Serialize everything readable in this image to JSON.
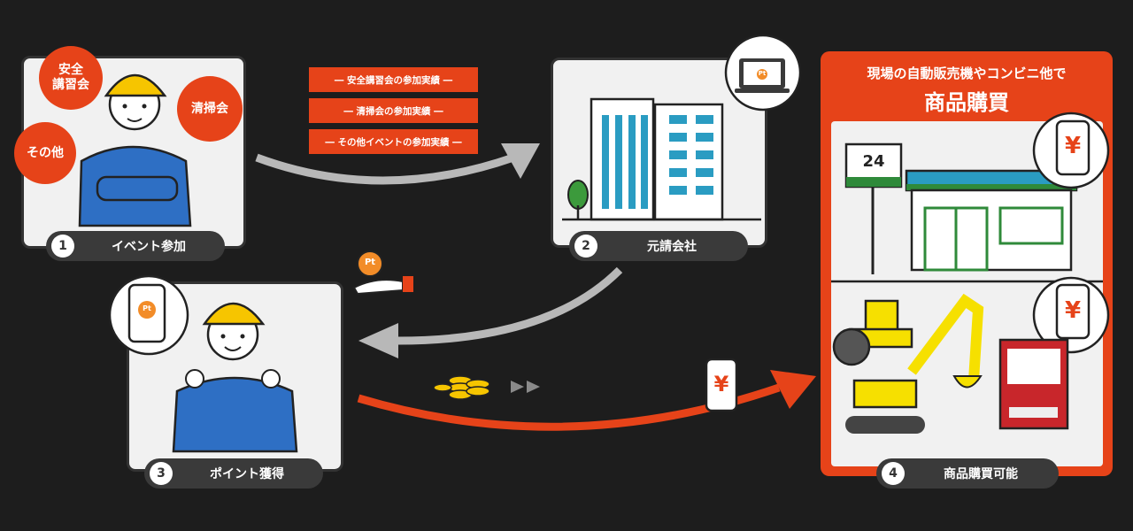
{
  "steps": [
    {
      "number": "1",
      "label": "イベント参加"
    },
    {
      "number": "2",
      "label": "元請会社"
    },
    {
      "number": "3",
      "label": "ポイント獲得"
    },
    {
      "number": "4",
      "label": "商品購買可能"
    }
  ],
  "event_bubbles": {
    "safety": "安全\n講習会",
    "cleaning": "清掃会",
    "other": "その他"
  },
  "participation_tags": [
    "― 安全講習会の参加実績 ―",
    "― 清掃会の参加実績 ―",
    "― その他イベントの参加実績 ―"
  ],
  "purchase_panel": {
    "subtitle": "現場の自動販売機やコンビニ他で",
    "title": "商品購買"
  },
  "icons": {
    "point_symbol": "Pt",
    "yen_symbol": "¥",
    "store_sign": "24"
  },
  "colors": {
    "accent": "#e64319",
    "panel_bg": "#f1f1f1",
    "dark": "#3a3a3a",
    "background": "#1d1d1d"
  }
}
